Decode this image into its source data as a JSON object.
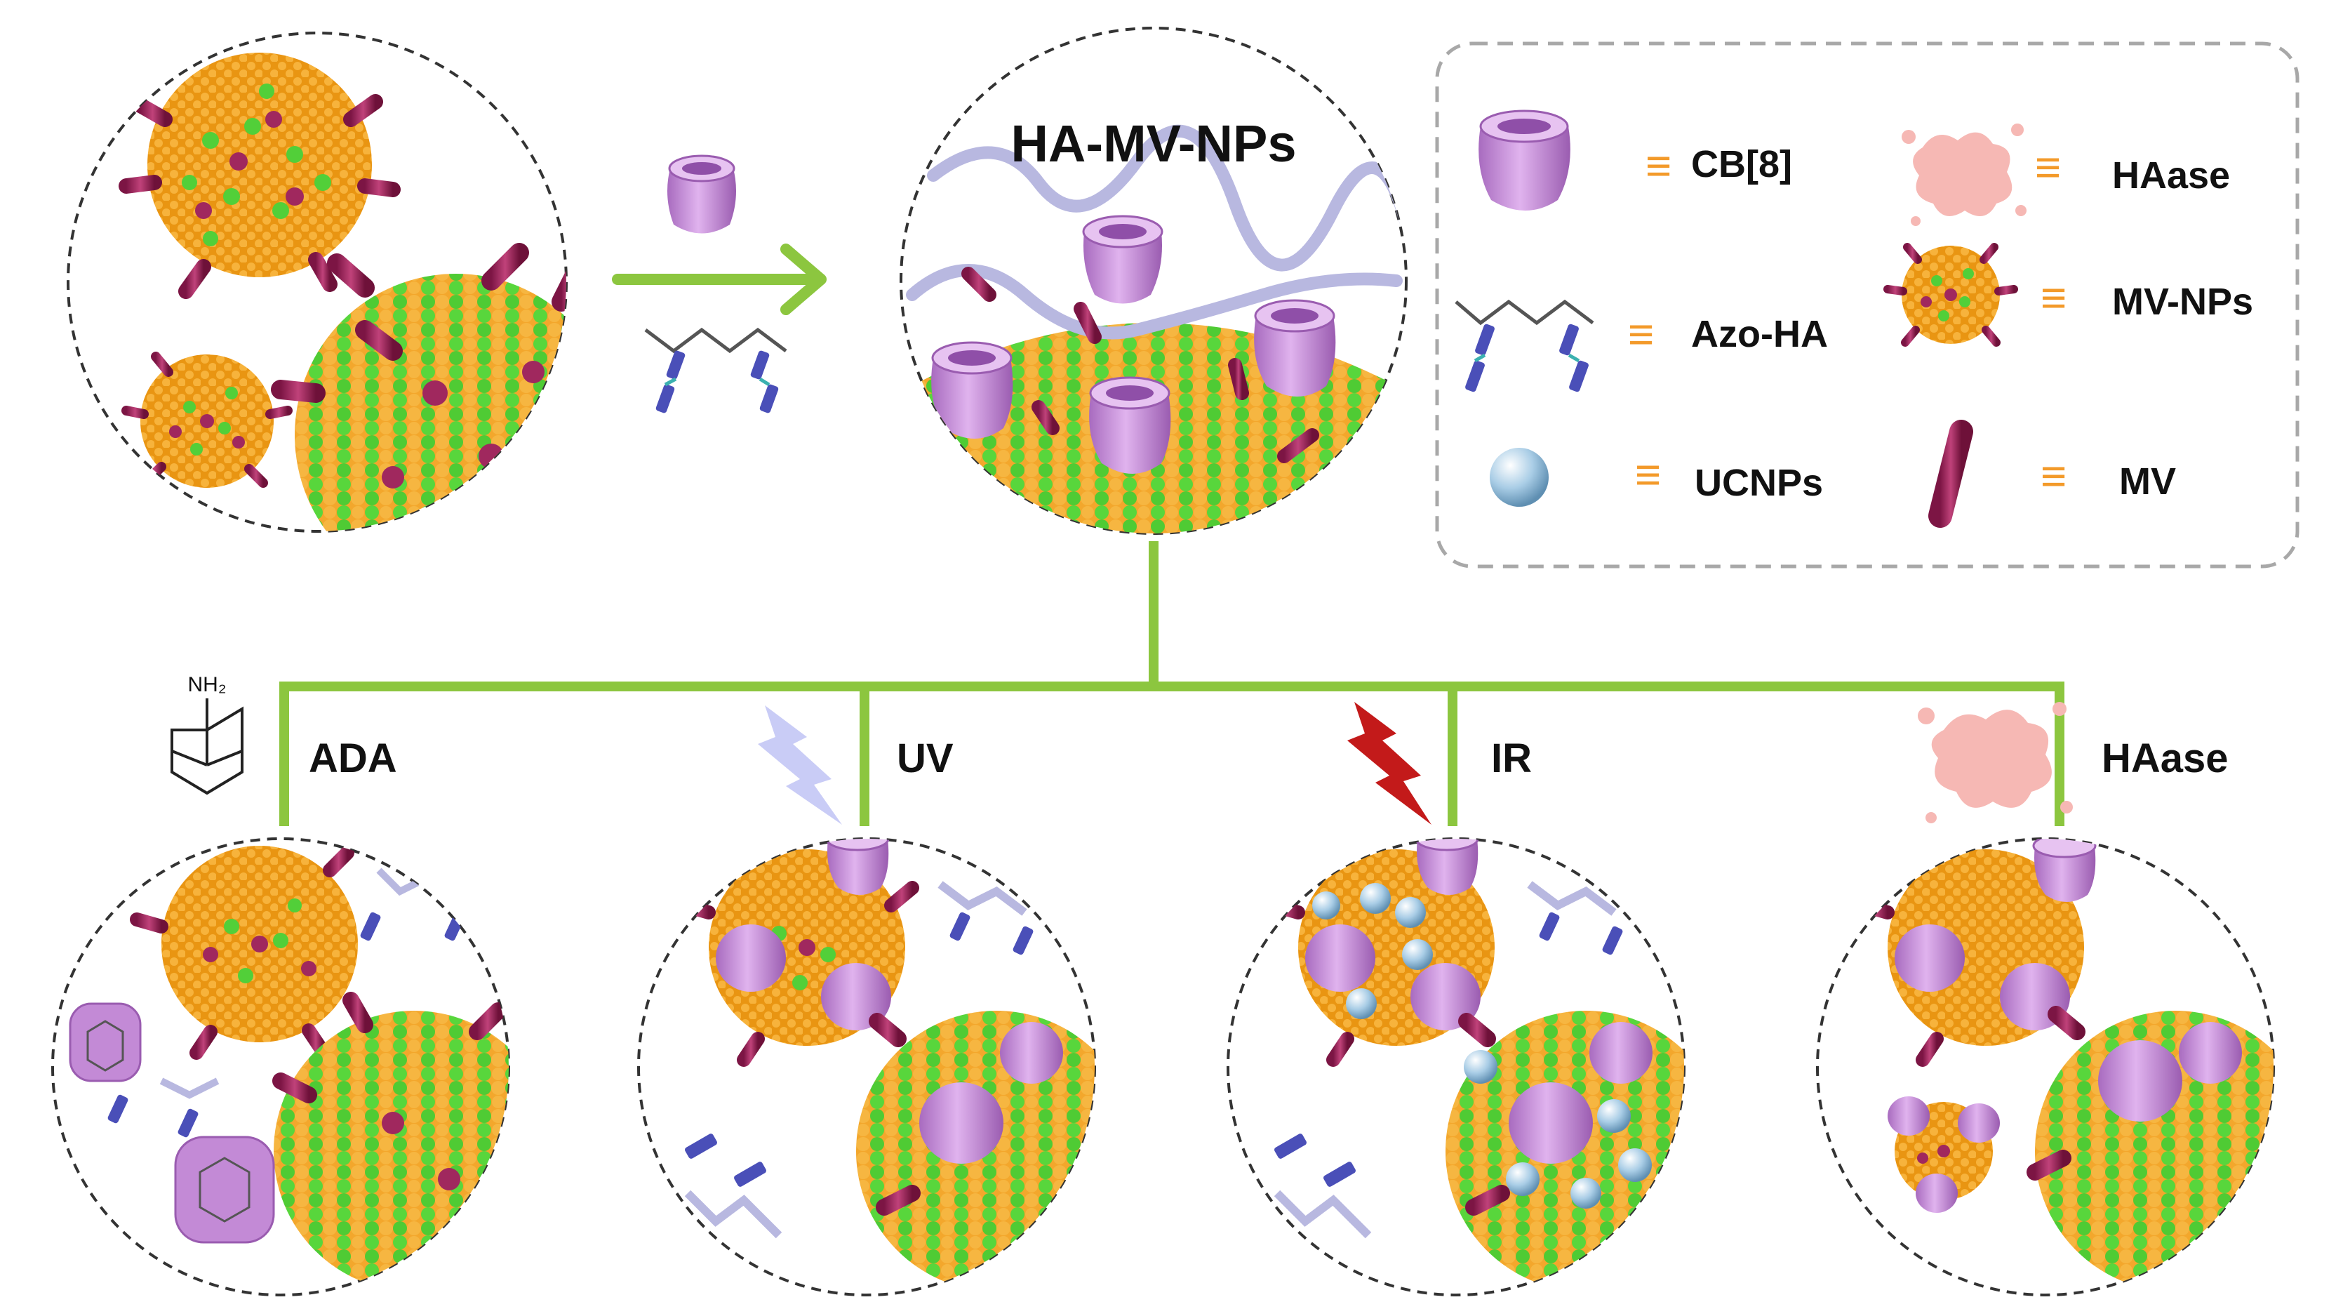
{
  "title": "HA-MV-NPs",
  "legend": [
    {
      "icon": "cb8-icon",
      "label": "CB[8]"
    },
    {
      "icon": "azo-ha-icon",
      "label": "Azo-HA"
    },
    {
      "icon": "ucnp-icon",
      "label": "UCNPs"
    },
    {
      "icon": "haase-icon",
      "label": "HAase"
    },
    {
      "icon": "mv-np-icon",
      "label": "MV-NPs"
    },
    {
      "icon": "mv-icon",
      "label": "MV"
    }
  ],
  "legend_symbol": "≡",
  "stimuli": [
    {
      "icon": "adamantane-icon",
      "label": "ADA",
      "structure_label": "NH₂"
    },
    {
      "icon": "uv-lightning-icon",
      "label": "UV"
    },
    {
      "icon": "ir-lightning-icon",
      "label": "IR"
    },
    {
      "icon": "haase-splat-icon",
      "label": "HAase"
    }
  ],
  "colors": {
    "arrow": "#8cc63f",
    "core_orange": "#f5a623",
    "core_green": "#54d23a",
    "cb8": "#c38ad6",
    "mv": "#a0285e",
    "azo": "#4a4fb8",
    "ucnp": "#9fc6e2",
    "haase": "#f6b8b4",
    "uv_bolt": "#c9ccf6",
    "ir_bolt": "#c31a1a",
    "legend_border": "#a8a8a8",
    "legend_symbol": "#f39a2a"
  }
}
